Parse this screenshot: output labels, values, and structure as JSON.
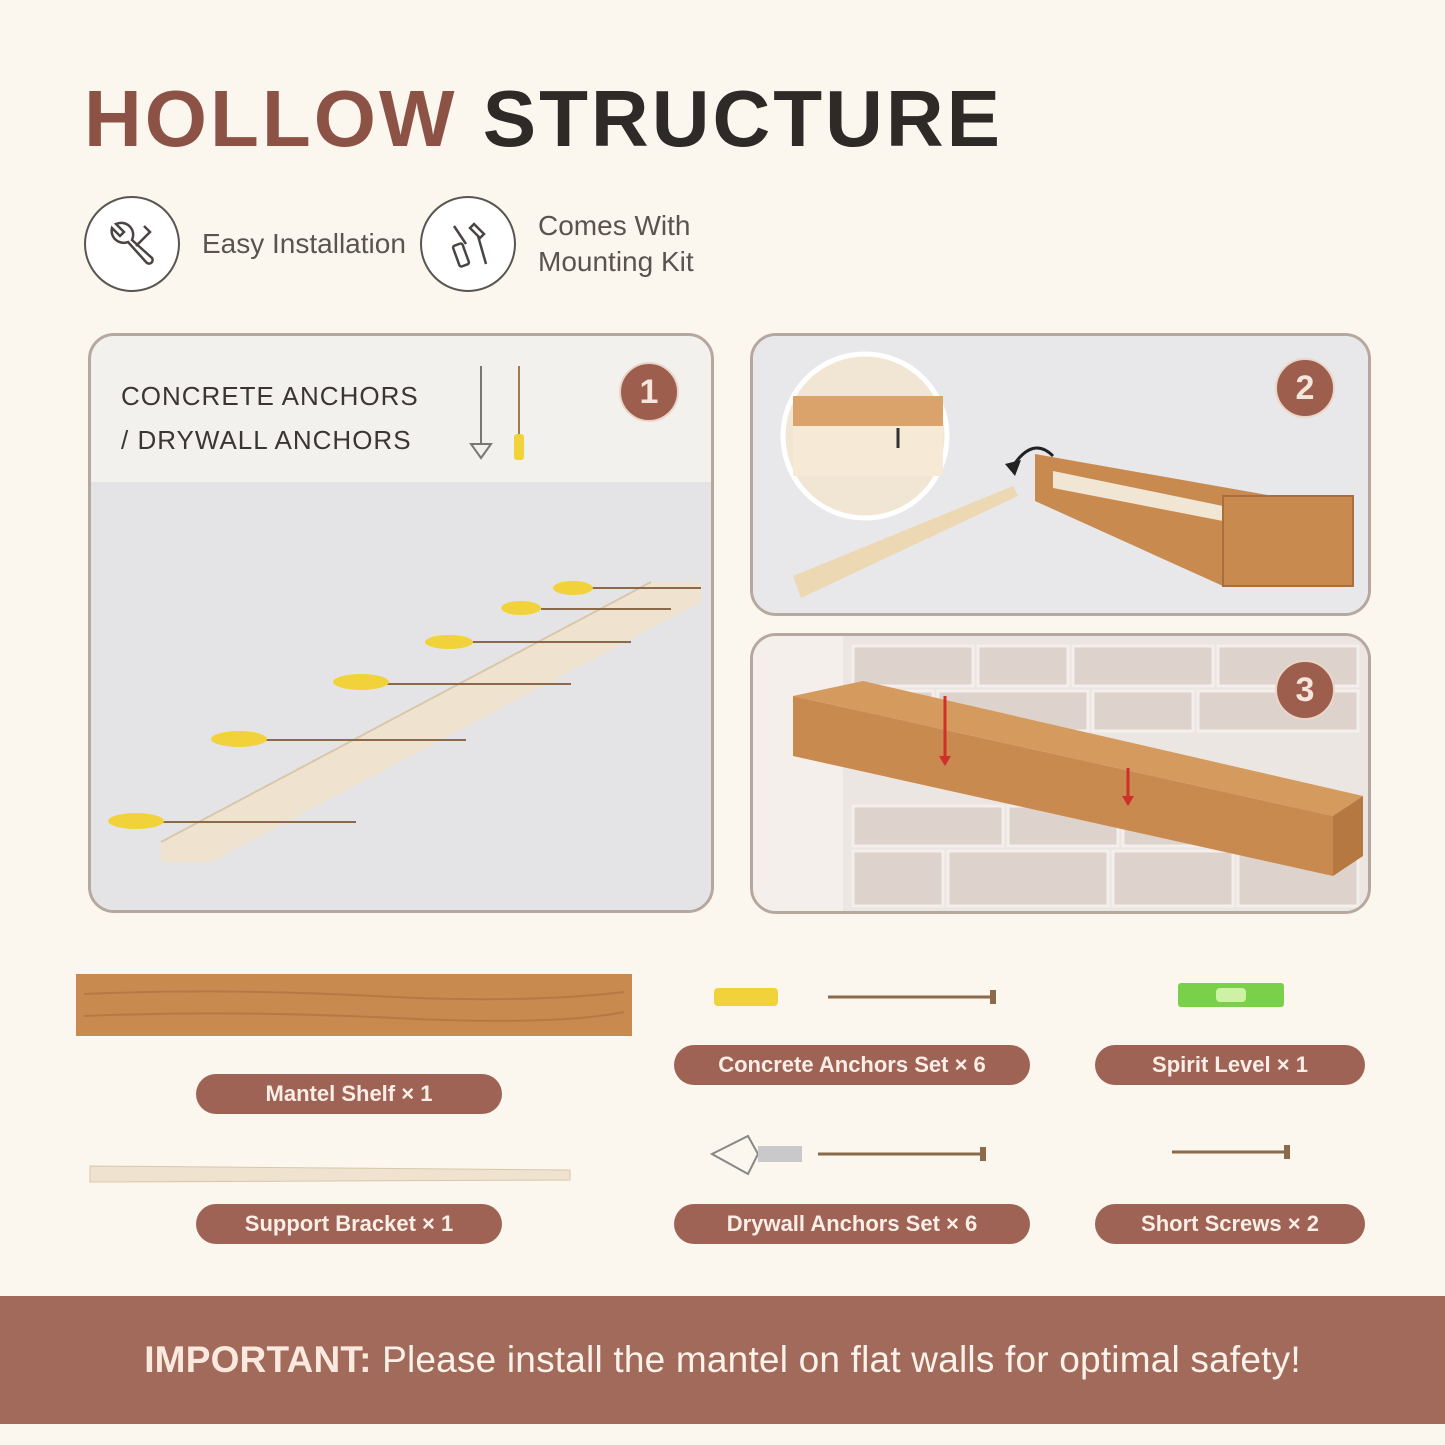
{
  "header": {
    "title_part1": "HOLLOW",
    "title_part2": "STRUCTURE"
  },
  "features": [
    {
      "label": "Easy Installation",
      "icon": "wrench-icon"
    },
    {
      "label": "Comes With Mounting Kit",
      "icon": "tools-icon"
    }
  ],
  "steps": {
    "step1": {
      "number": "1",
      "line1": "CONCRETE ANCHORS",
      "line2": "/ DRYWALL ANCHORS"
    },
    "step2": {
      "number": "2"
    },
    "step3": {
      "number": "3"
    }
  },
  "components": {
    "mantel_shelf": "Mantel Shelf × 1",
    "support_bracket": "Support Bracket × 1",
    "concrete_anchors": "Concrete Anchors Set × 6",
    "drywall_anchors": "Drywall Anchors Set × 6",
    "spirit_level": "Spirit Level × 1",
    "short_screws": "Short Screws × 2"
  },
  "notice": {
    "lead": "IMPORTANT:",
    "text": "Please install the mantel on flat walls for optimal safety!"
  },
  "colors": {
    "accent": "#9f6356",
    "wood": "#c98a4f",
    "anchor_yellow": "#f2d23a",
    "level_green": "#7bd04a"
  }
}
